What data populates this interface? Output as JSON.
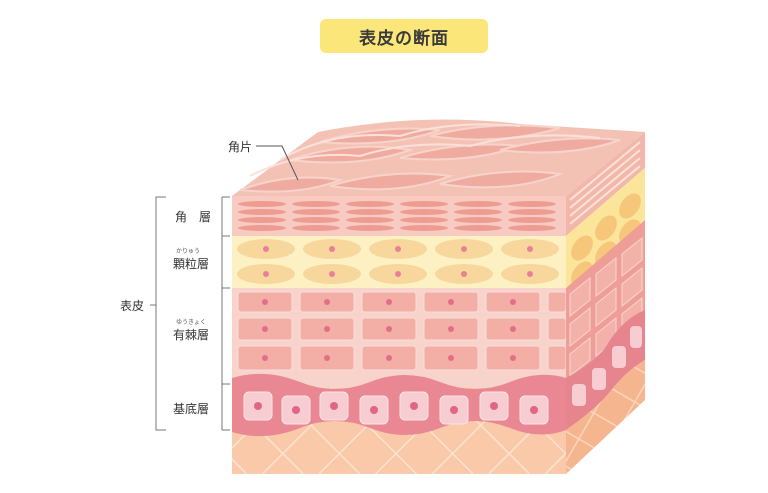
{
  "title": "表皮の断面",
  "labels": {
    "stratum_corneum_pointer": "角片",
    "epidermis": "表皮",
    "corneum": "角　層",
    "granulosum_ruby": "かりゅう",
    "granulosum": "顆粒層",
    "spinosum_ruby": "ゆうきょく",
    "spinosum": "有棘層",
    "basale": "基底層"
  },
  "colors": {
    "title_bg": "#fbe679",
    "corneum": "#f6c3b8",
    "granulosum": "#fdf1c4",
    "spinosum": "#f8d3cb",
    "basale": "#e98893",
    "dermis": "#f9c8a8"
  }
}
